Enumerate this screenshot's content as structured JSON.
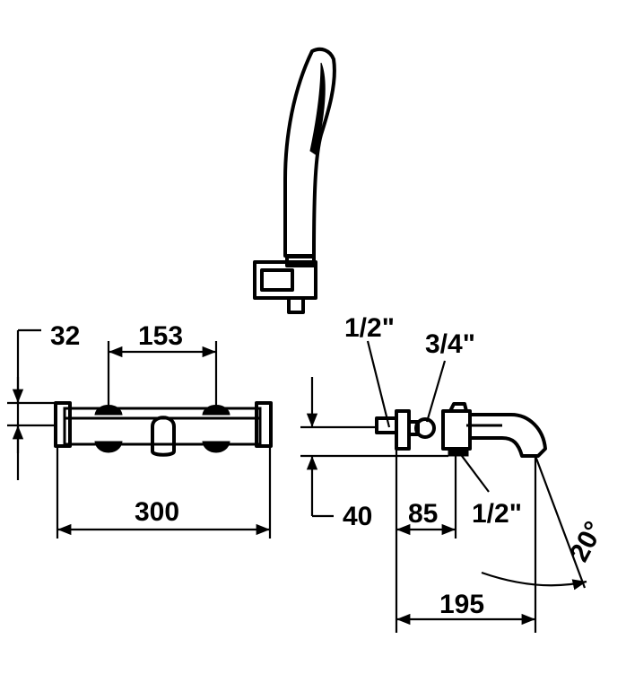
{
  "labels": {
    "dim_32": "32",
    "dim_153": "153",
    "dim_300": "300",
    "dim_40": "40",
    "dim_85": "85",
    "dim_195": "195",
    "thread_top_left": "1/2\"",
    "thread_top_right": "3/4\"",
    "thread_bottom": "1/2\"",
    "angle": "20°"
  },
  "colors": {
    "line": "#000000",
    "background": "#ffffff"
  }
}
